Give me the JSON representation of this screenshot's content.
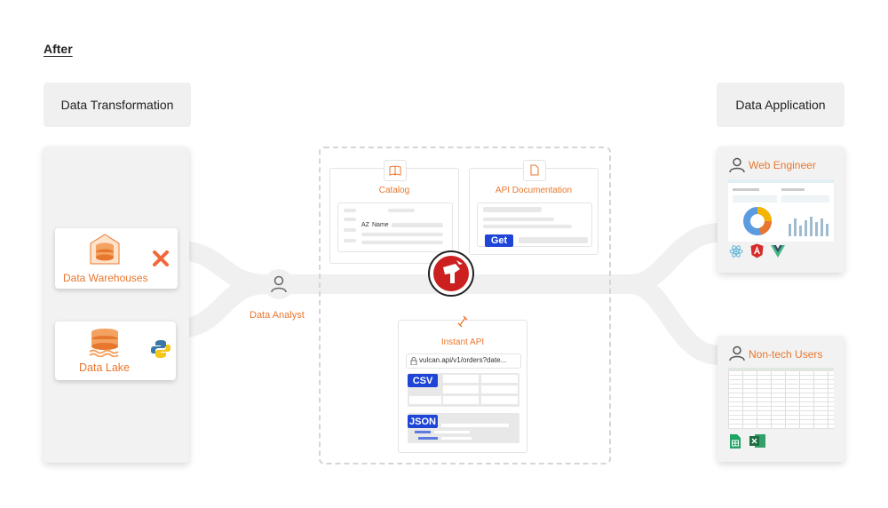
{
  "heading": "After",
  "left_header": "Data Transformation",
  "right_header": "Data Application",
  "sources": [
    {
      "label": "Data Warehouses"
    },
    {
      "label": "Data Lake"
    }
  ],
  "analyst_label": "Data Analyst",
  "catalog": {
    "title": "Catalog",
    "az": "AZ",
    "name": "Name"
  },
  "api_doc": {
    "title": "API Documentation",
    "get": "Get"
  },
  "instant_api": {
    "title": "Instant API",
    "url": "vulcan.api/v1/orders?date...",
    "csv": "CSV",
    "json": "JSON"
  },
  "consumers": [
    {
      "label": "Web Engineer"
    },
    {
      "label": "Non-tech Users"
    }
  ],
  "colors": {
    "accent": "#e8772e",
    "brand_red": "#cc1f1f",
    "button_blue": "#1e45d6",
    "flow": "#f0f0f0"
  }
}
